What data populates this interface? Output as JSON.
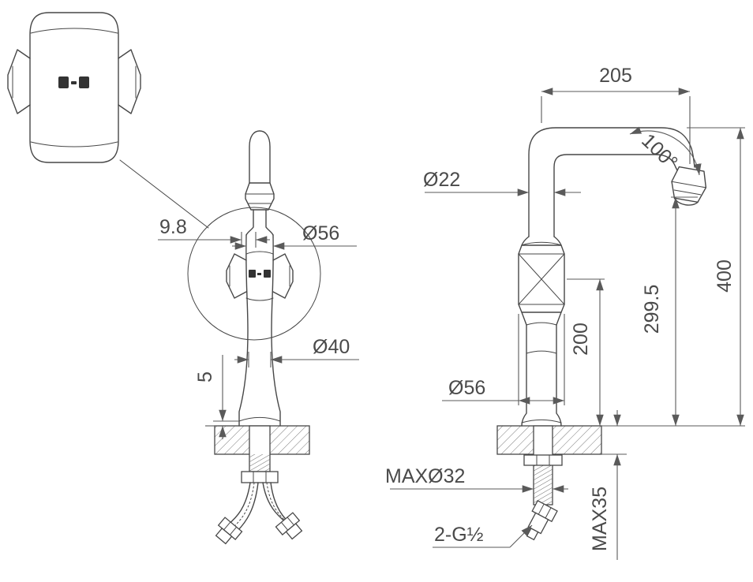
{
  "front_view": {
    "dims": {
      "handle_offset": "9.8",
      "handle_diameter": "Ø56",
      "body_diameter": "Ø40",
      "base_height": "5"
    }
  },
  "side_view": {
    "dims": {
      "spout_reach": "205",
      "spout_angle": "100°",
      "spout_pipe_diameter": "Ø22",
      "overall_height": "400",
      "outlet_height": "299.5",
      "handle_height": "200",
      "body_diameter": "Ø56",
      "max_hole_diameter": "MAXØ32",
      "max_deck_thickness": "MAX35",
      "supply_connection": "2-G½"
    }
  },
  "colors": {
    "line": "#474747",
    "dimension": "#5a5a5a",
    "text": "#4a4a4a",
    "background": "#ffffff"
  }
}
